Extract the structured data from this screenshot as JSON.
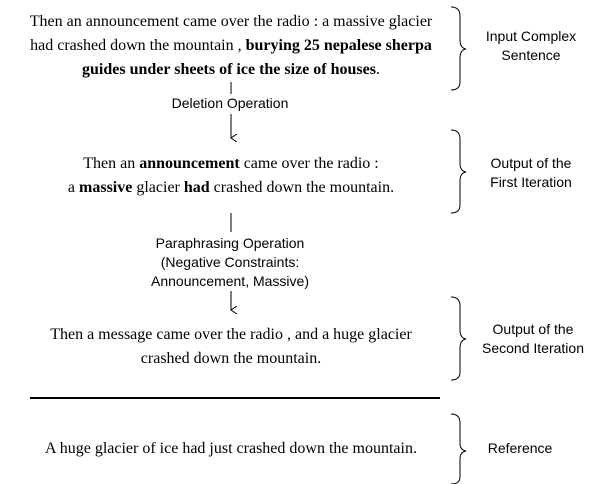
{
  "input": {
    "line1": "Then an announcement came over the radio : a massive glacier",
    "line2_plain": "had crashed down the mountain , ",
    "line2_bold": "burying 25 nepalese sherpa",
    "line3_bold": "guides under sheets of ice the size of houses",
    "line3_end": ".",
    "label_line1": "Input Complex",
    "label_line2": "Sentence"
  },
  "deletion": {
    "label": "Deletion Operation"
  },
  "first_iteration": {
    "l1_a": "Then an ",
    "l1_b": "announcement",
    "l1_c": " came over the radio :",
    "l2_a": "a ",
    "l2_b": "massive",
    "l2_c": " glacier ",
    "l2_d": "had",
    "l2_e": " crashed down the mountain.",
    "label_line1": "Output of the",
    "label_line2": "First Iteration"
  },
  "paraphrasing": {
    "line1": "Paraphrasing Operation",
    "line2": "(Negative Constraints:",
    "line3": "Announcement, Massive)"
  },
  "second_iteration": {
    "line1": "Then a message came over the radio , and a huge glacier",
    "line2": "crashed down the mountain.",
    "label_line1": "Output of the",
    "label_line2": "Second Iteration"
  },
  "reference": {
    "text": "A huge glacier of ice had just crashed down the mountain.",
    "label": "Reference"
  }
}
